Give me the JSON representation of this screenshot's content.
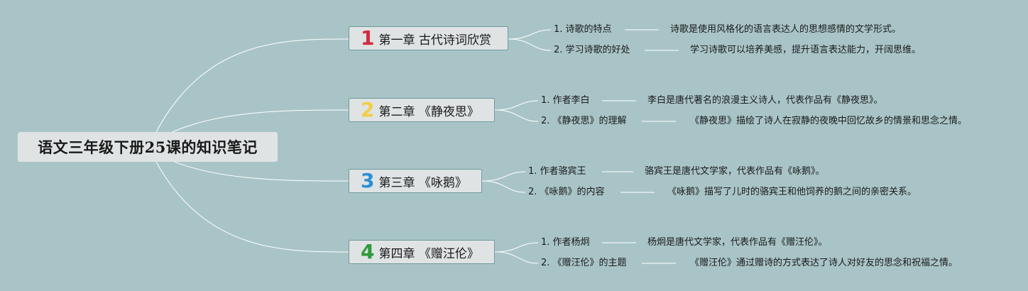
{
  "root": {
    "title": "语文三年级下册25课的知识笔记"
  },
  "chapters": [
    {
      "number": "1",
      "color": "#d42a3c",
      "title": "第一章 古代诗词欣赏",
      "items": [
        {
          "label": "1. 诗歌的特点",
          "desc": "诗歌是使用风格化的语言表达人的思想感情的文学形式。"
        },
        {
          "label": "2. 学习诗歌的好处",
          "desc": "学习诗歌可以培养美感，提升语言表达能力，开阔思维。"
        }
      ]
    },
    {
      "number": "2",
      "color": "#f3cd45",
      "title": "第二章 《静夜思》",
      "items": [
        {
          "label": "1. 作者李白",
          "desc": "李白是唐代著名的浪漫主义诗人，代表作品有《静夜思》。"
        },
        {
          "label": "2. 《静夜思》的理解",
          "desc": "《静夜思》描绘了诗人在寂静的夜晚中回忆故乡的情景和思念之情。"
        }
      ]
    },
    {
      "number": "3",
      "color": "#2b8fd6",
      "title": "第三章 《咏鹅》",
      "items": [
        {
          "label": "1. 作者骆宾王",
          "desc": "骆宾王是唐代文学家，代表作品有《咏鹅》。"
        },
        {
          "label": "2. 《咏鹅》的内容",
          "desc": "《咏鹅》描写了儿时的骆宾王和他饲养的鹅之间的亲密关系。"
        }
      ]
    },
    {
      "number": "4",
      "color": "#2e9a3a",
      "title": "第四章 《赠汪伦》",
      "items": [
        {
          "label": "1. 作者杨炯",
          "desc": "杨炯是唐代文学家，代表作品有《赠汪伦》。"
        },
        {
          "label": "2. 《赠汪伦》的主题",
          "desc": "《赠汪伦》通过赠诗的方式表达了诗人对好友的思念和祝福之情。"
        }
      ]
    }
  ]
}
